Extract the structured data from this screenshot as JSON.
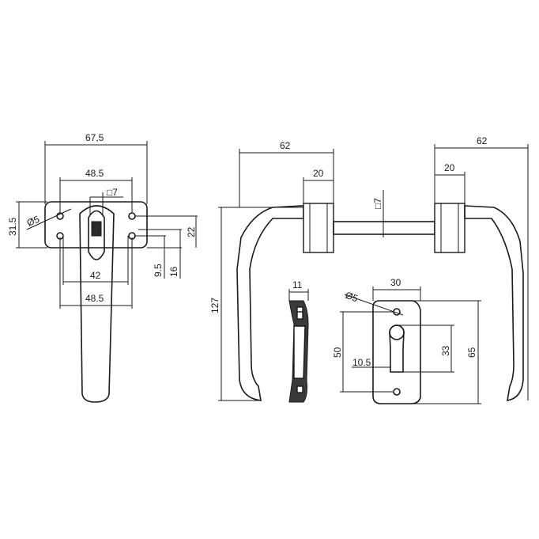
{
  "front_view": {
    "overall_width": "67,5",
    "hole_spacing_top": "48.5",
    "square": "□7",
    "hole_diameter": "Ø5",
    "plate_height": "31.5",
    "inner_spacing": "42",
    "hole_spacing_bottom": "48.5",
    "offset_22": "22",
    "offset_9_5": "9.5",
    "offset_16": "16"
  },
  "side_view": {
    "left_reach": "62",
    "right_reach": "62",
    "left_rose": "20",
    "right_rose": "20",
    "spindle_square": "□7",
    "height": "127"
  },
  "section_view": {
    "thickness": "11"
  },
  "escutcheon_view": {
    "width": "30",
    "hole_diameter": "Ø5",
    "height_50": "50",
    "height_65": "65",
    "cylinder_33": "33",
    "cylinder_width": "10.5"
  }
}
